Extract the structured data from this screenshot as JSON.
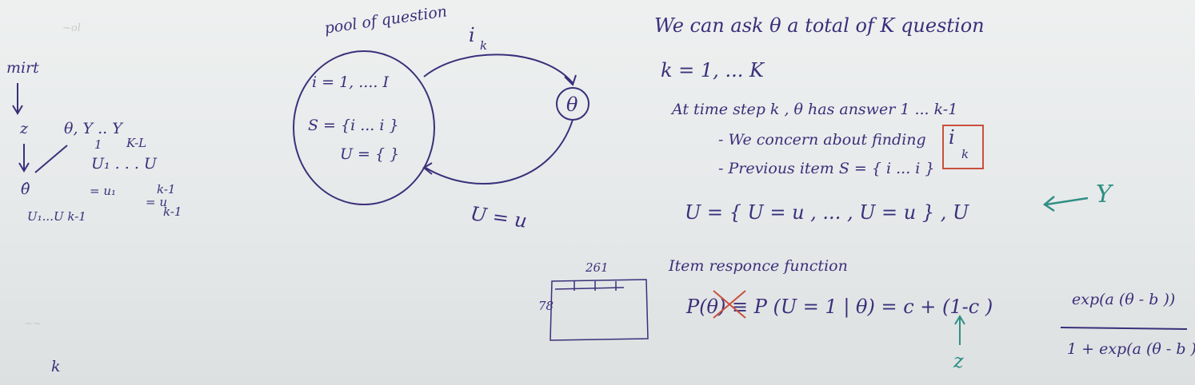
{
  "left_notes": {
    "mirt": "mirt",
    "z": "z",
    "theta_y": "θ, Y  .. Y",
    "y_sub": "1",
    "k_minus_1": "K-L",
    "u_row": "U₁ . . . U",
    "u_sub": "k-1",
    "eq_row1": "= u₁",
    "eq_row2": "= u",
    "eq_row2_sub": "k-1",
    "theta_hat": "θ̂",
    "theta_hat_sub": "U₁...U k-1",
    "kk": "k"
  },
  "pool": {
    "title": "pool of question",
    "i_range": "i = 1, .... I",
    "sk_set": "S  = {i  ... i   }",
    "u_set": "U = {  }",
    "ik_label": "i",
    "ik_sub": "k",
    "theta_node": "θ",
    "uk_label": "U  = u"
  },
  "sketch": {
    "top": "261",
    "side": "78"
  },
  "right_notes": {
    "line1": "We can ask θ  a total of K question",
    "line2": "k = 1, ... K",
    "line3": "At time step k , θ has answer 1 ... k-1",
    "line4": "- We concern about finding",
    "line4_box": "i",
    "line4_box_sub": "k",
    "line5": "- Previous item  S  = { i  ... i    }",
    "line6": "U = { U   = u   , ... , U    = u    } ,  U",
    "y_label": "Y",
    "line7": "Item responce function",
    "irf_left": "P(θ)  ≡  P (U  = 1 | θ) = c  + (1-c )",
    "irf_num": "exp(a (θ - b ))",
    "irf_den": "1 + exp(a (θ - b ))",
    "z_label": "z"
  },
  "colors": {
    "marker": "#3b2f7a",
    "teal": "#2f8f83",
    "red": "#c9503c",
    "board": "#e9ecec"
  }
}
